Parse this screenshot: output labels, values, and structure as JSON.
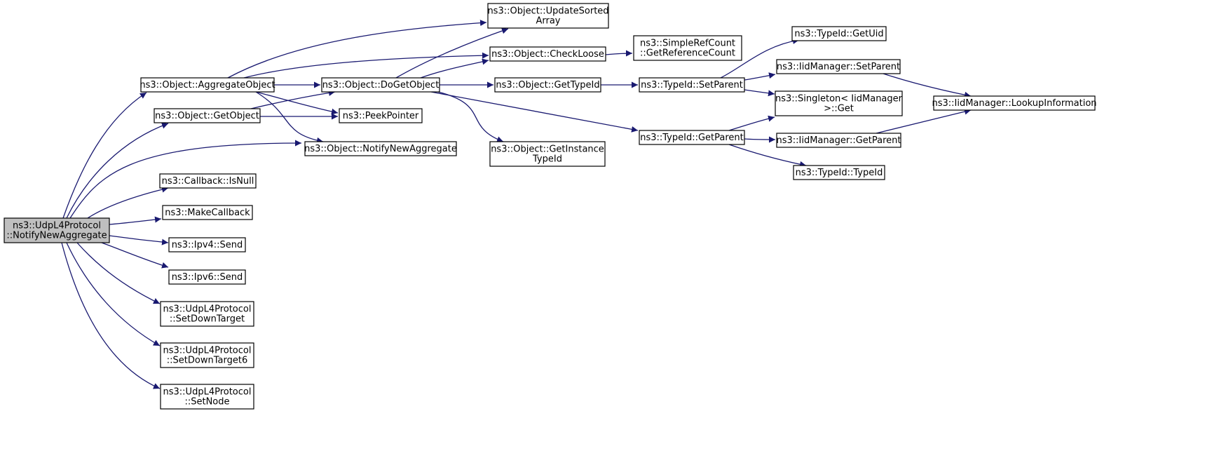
{
  "diagram": {
    "type": "call-graph",
    "colors": {
      "edge": "#191970",
      "root_fill": "#bfbfbf",
      "node_fill": "#ffffff",
      "node_border": "#000000"
    },
    "nodes": [
      {
        "id": "root",
        "lines": [
          "ns3::UdpL4Protocol",
          "::NotifyNewAggregate"
        ],
        "root": true
      },
      {
        "id": "aggregate",
        "lines": [
          "ns3::Object::AggregateObject"
        ]
      },
      {
        "id": "getobject",
        "lines": [
          "ns3::Object::GetObject"
        ]
      },
      {
        "id": "notifynewagg",
        "lines": [
          "ns3::Object::NotifyNewAggregate"
        ]
      },
      {
        "id": "isnull",
        "lines": [
          "ns3::Callback::IsNull"
        ]
      },
      {
        "id": "makecallback",
        "lines": [
          "ns3::MakeCallback"
        ]
      },
      {
        "id": "ipv4send",
        "lines": [
          "ns3::Ipv4::Send"
        ]
      },
      {
        "id": "ipv6send",
        "lines": [
          "ns3::Ipv6::Send"
        ]
      },
      {
        "id": "setdowntarget",
        "lines": [
          "ns3::UdpL4Protocol",
          "::SetDownTarget"
        ]
      },
      {
        "id": "setdowntarget6",
        "lines": [
          "ns3::UdpL4Protocol",
          "::SetDownTarget6"
        ]
      },
      {
        "id": "setnode",
        "lines": [
          "ns3::UdpL4Protocol",
          "::SetNode"
        ]
      },
      {
        "id": "dogetobject",
        "lines": [
          "ns3::Object::DoGetObject"
        ]
      },
      {
        "id": "peekpointer",
        "lines": [
          "ns3::PeekPointer"
        ]
      },
      {
        "id": "updatesorted",
        "lines": [
          "ns3::Object::UpdateSorted",
          "Array"
        ]
      },
      {
        "id": "checkloose",
        "lines": [
          "ns3::Object::CheckLoose"
        ]
      },
      {
        "id": "gettypeid",
        "lines": [
          "ns3::Object::GetTypeId"
        ]
      },
      {
        "id": "getinstance",
        "lines": [
          "ns3::Object::GetInstance",
          "TypeId"
        ]
      },
      {
        "id": "getrefcount",
        "lines": [
          "ns3::SimpleRefCount",
          "::GetReferenceCount"
        ]
      },
      {
        "id": "setparent",
        "lines": [
          "ns3::TypeId::SetParent"
        ]
      },
      {
        "id": "getparent",
        "lines": [
          "ns3::TypeId::GetParent"
        ]
      },
      {
        "id": "getuid",
        "lines": [
          "ns3::TypeId::GetUid"
        ]
      },
      {
        "id": "iidsetparent",
        "lines": [
          "ns3::IidManager::SetParent"
        ]
      },
      {
        "id": "singletonget",
        "lines": [
          "ns3::Singleton< IidManager",
          ">::Get"
        ]
      },
      {
        "id": "iidgetparent",
        "lines": [
          "ns3::IidManager::GetParent"
        ]
      },
      {
        "id": "typeidctor",
        "lines": [
          "ns3::TypeId::TypeId"
        ]
      },
      {
        "id": "lookup",
        "lines": [
          "ns3::IidManager::LookupInformation"
        ]
      }
    ],
    "edges": [
      {
        "from": "root",
        "to": "aggregate"
      },
      {
        "from": "root",
        "to": "getobject"
      },
      {
        "from": "root",
        "to": "notifynewagg"
      },
      {
        "from": "root",
        "to": "isnull"
      },
      {
        "from": "root",
        "to": "makecallback"
      },
      {
        "from": "root",
        "to": "ipv4send"
      },
      {
        "from": "root",
        "to": "ipv6send"
      },
      {
        "from": "root",
        "to": "setdowntarget"
      },
      {
        "from": "root",
        "to": "setdowntarget6"
      },
      {
        "from": "root",
        "to": "setnode"
      },
      {
        "from": "aggregate",
        "to": "updatesorted"
      },
      {
        "from": "aggregate",
        "to": "checkloose"
      },
      {
        "from": "aggregate",
        "to": "dogetobject"
      },
      {
        "from": "aggregate",
        "to": "peekpointer"
      },
      {
        "from": "aggregate",
        "to": "notifynewagg"
      },
      {
        "from": "getobject",
        "to": "dogetobject"
      },
      {
        "from": "getobject",
        "to": "peekpointer"
      },
      {
        "from": "dogetobject",
        "to": "updatesorted"
      },
      {
        "from": "dogetobject",
        "to": "checkloose"
      },
      {
        "from": "dogetobject",
        "to": "gettypeid"
      },
      {
        "from": "dogetobject",
        "to": "getinstance"
      },
      {
        "from": "dogetobject",
        "to": "getparent"
      },
      {
        "from": "checkloose",
        "to": "getrefcount"
      },
      {
        "from": "gettypeid",
        "to": "setparent"
      },
      {
        "from": "setparent",
        "to": "getuid"
      },
      {
        "from": "setparent",
        "to": "iidsetparent"
      },
      {
        "from": "setparent",
        "to": "singletonget"
      },
      {
        "from": "getparent",
        "to": "singletonget"
      },
      {
        "from": "getparent",
        "to": "iidgetparent"
      },
      {
        "from": "getparent",
        "to": "typeidctor"
      },
      {
        "from": "iidsetparent",
        "to": "lookup"
      },
      {
        "from": "iidgetparent",
        "to": "lookup"
      }
    ]
  }
}
